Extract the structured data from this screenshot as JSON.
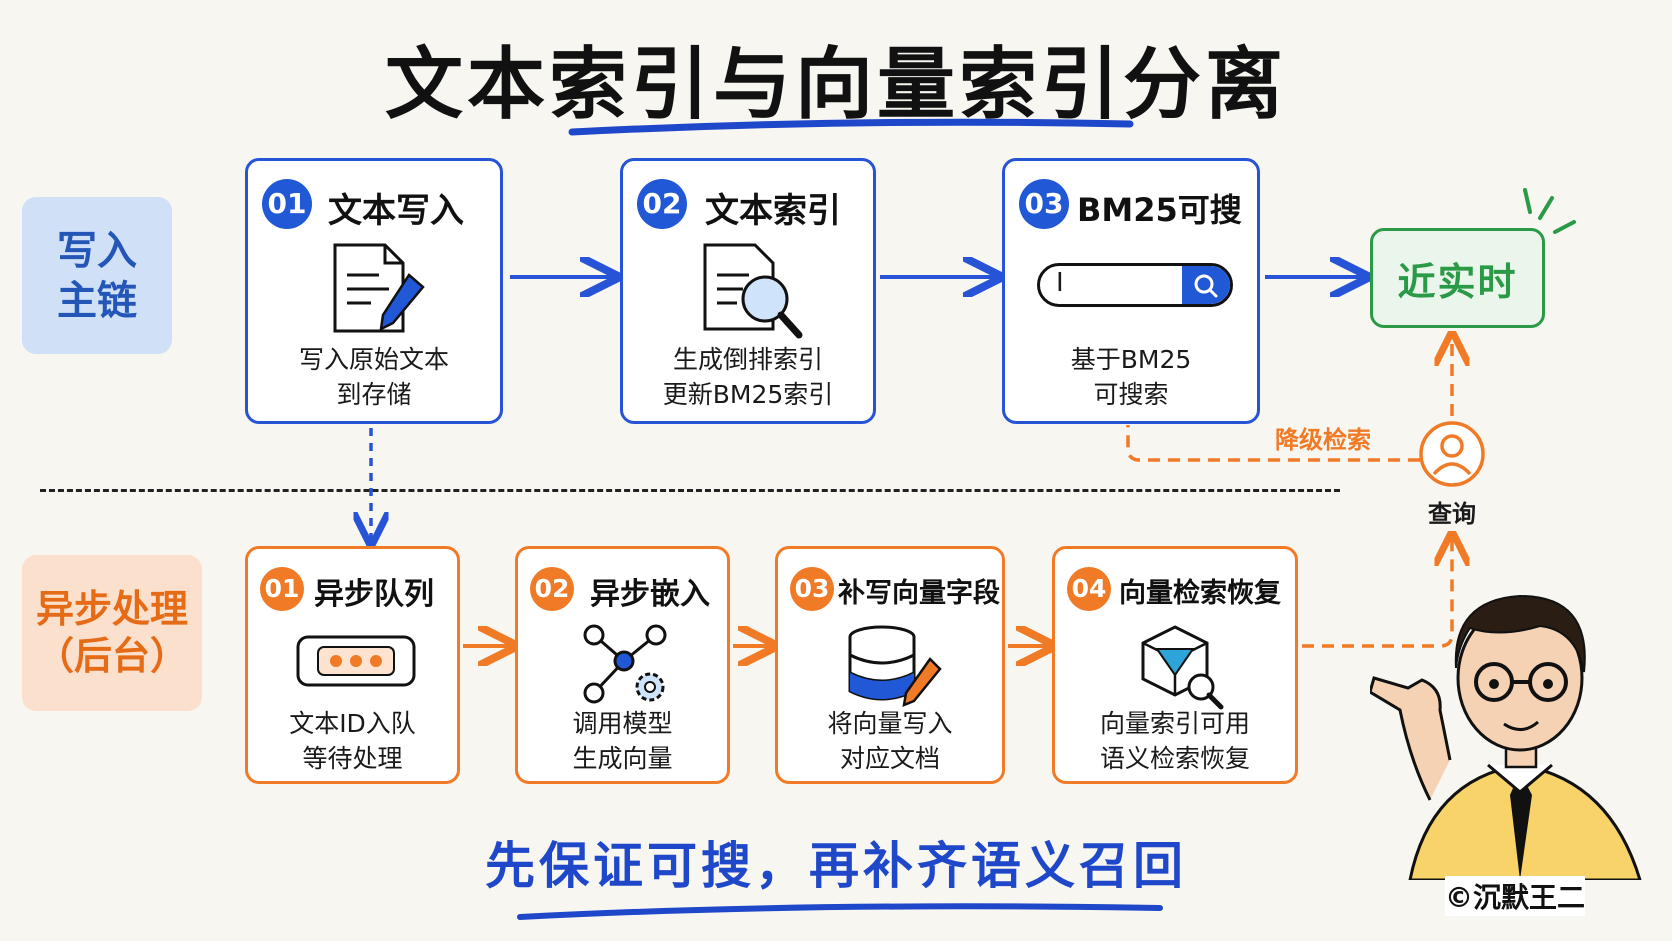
{
  "title": "文本索引与向量索引分离",
  "lanes": {
    "main": "写入\n主链",
    "async": "异步处理\n（后台）"
  },
  "main_steps": [
    {
      "num": "01",
      "title": "文本写入",
      "desc": "写入原始文本\n到存储"
    },
    {
      "num": "02",
      "title": "文本索引",
      "desc": "生成倒排索引\n更新BM25索引"
    },
    {
      "num": "03",
      "title": "BM25可搜",
      "desc": "基于BM25\n可搜索"
    }
  ],
  "search_bar_caret": "I",
  "realtime_label": "近实时",
  "fallback_label": "降级检索",
  "query_label": "查询",
  "async_steps": [
    {
      "num": "01",
      "title": "异步队列",
      "desc": "文本ID入队\n等待处理"
    },
    {
      "num": "02",
      "title": "异步嵌入",
      "desc": "调用模型\n生成向量"
    },
    {
      "num": "03",
      "title": "补写向量字段",
      "desc": "将向量写入\n对应文档"
    },
    {
      "num": "04",
      "title": "向量检索恢复",
      "desc": "向量索引可用\n语义检索恢复"
    }
  ],
  "tagline": "先保证可搜，再补齐语义召回",
  "signature": "©沉默王二",
  "colors": {
    "blue": "#2753d6",
    "orange": "#f07a26",
    "green": "#2a9a46"
  }
}
